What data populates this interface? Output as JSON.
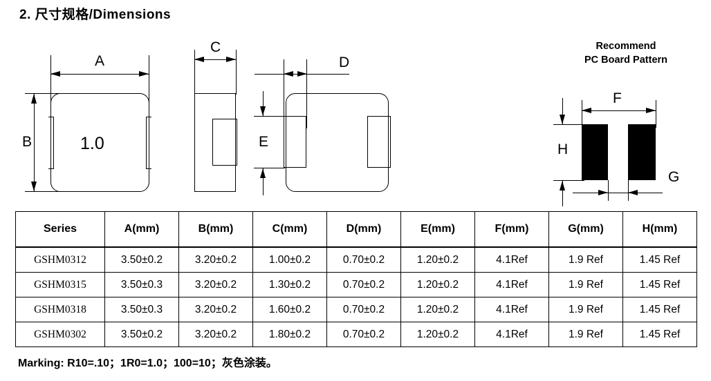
{
  "title": "2. 尺寸规格/Dimensions",
  "figures": {
    "top_view": {
      "dim_a_label": "A",
      "dim_b_label": "B",
      "body_text": "1.0"
    },
    "side_view": {
      "dim_c_label": "C"
    },
    "bottom_view": {
      "dim_d_label": "D",
      "dim_e_label": "E"
    },
    "pcb_pattern": {
      "caption_line1": "Recommend",
      "caption_line2": "PC Board Pattern",
      "dim_f_label": "F",
      "dim_g_label": "G",
      "dim_h_label": "H",
      "pad_color": "#000000"
    }
  },
  "table": {
    "headers": [
      "Series",
      "A(mm)",
      "B(mm)",
      "C(mm)",
      "D(mm)",
      "E(mm)",
      "F(mm)",
      "G(mm)",
      "H(mm)"
    ],
    "rows": [
      [
        "GSHM0312",
        "3.50±0.2",
        "3.20±0.2",
        "1.00±0.2",
        "0.70±0.2",
        "1.20±0.2",
        "4.1Ref",
        "1.9 Ref",
        "1.45 Ref"
      ],
      [
        "GSHM0315",
        "3.50±0.3",
        "3.20±0.2",
        "1.30±0.2",
        "0.70±0.2",
        "1.20±0.2",
        "4.1Ref",
        "1.9 Ref",
        "1.45 Ref"
      ],
      [
        "GSHM0318",
        "3.50±0.3",
        "3.20±0.2",
        "1.60±0.2",
        "0.70±0.2",
        "1.20±0.2",
        "4.1Ref",
        "1.9 Ref",
        "1.45 Ref"
      ],
      [
        "GSHM0302",
        "3.50±0.2",
        "3.20±0.2",
        "1.80±0.2",
        "0.70±0.2",
        "1.20±0.2",
        "4.1Ref",
        "1.9 Ref",
        "1.45 Ref"
      ]
    ]
  },
  "marking": "Marking: R10=.10；1R0=1.0；100=10；灰色涂装。"
}
